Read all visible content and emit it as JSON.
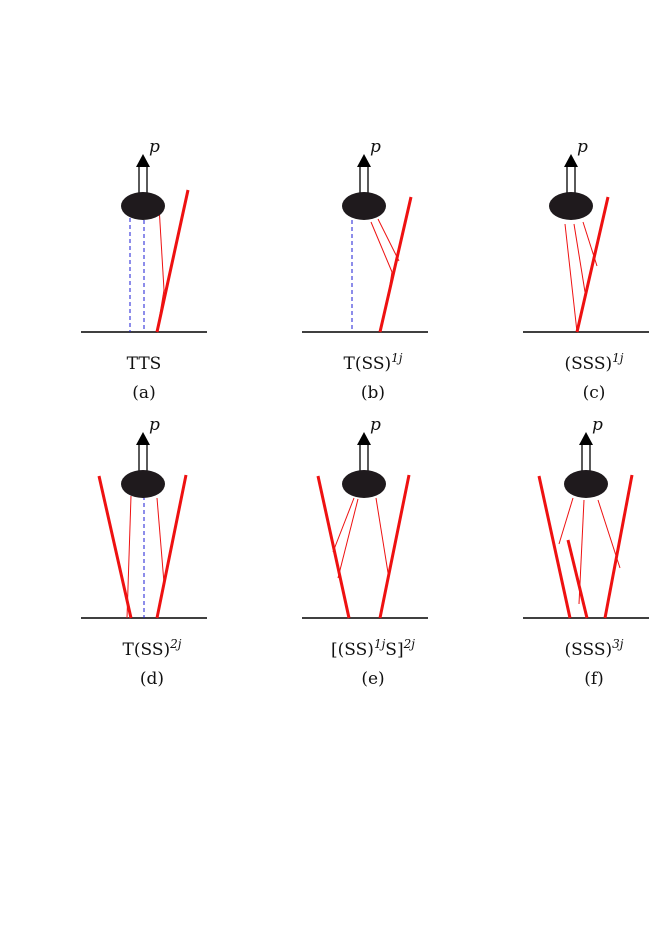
{
  "figure": {
    "momentum_symbol": "p",
    "colors": {
      "ground": "#000000",
      "hard_line": "#ee1111",
      "soft_line": "#ee1111",
      "gluon_exchange": "#1b1bd6",
      "blob": "#1f1a1d"
    },
    "panels": [
      {
        "id": "a",
        "name": "TTS",
        "sup": "",
        "tag": "(a)"
      },
      {
        "id": "b",
        "name": "T(SS)",
        "sup": "1j",
        "tag": "(b)"
      },
      {
        "id": "c",
        "name": "(SSS)",
        "sup": "1j",
        "tag": "(c)"
      },
      {
        "id": "d",
        "name": "T(SS)",
        "sup": "2j",
        "tag": "(d)"
      },
      {
        "id": "e",
        "name": "[(SS)1jS]",
        "sup": "2j",
        "tag": "(e)"
      },
      {
        "id": "f",
        "name": "(SSS)",
        "sup": "3j",
        "tag": "(f)"
      }
    ]
  }
}
